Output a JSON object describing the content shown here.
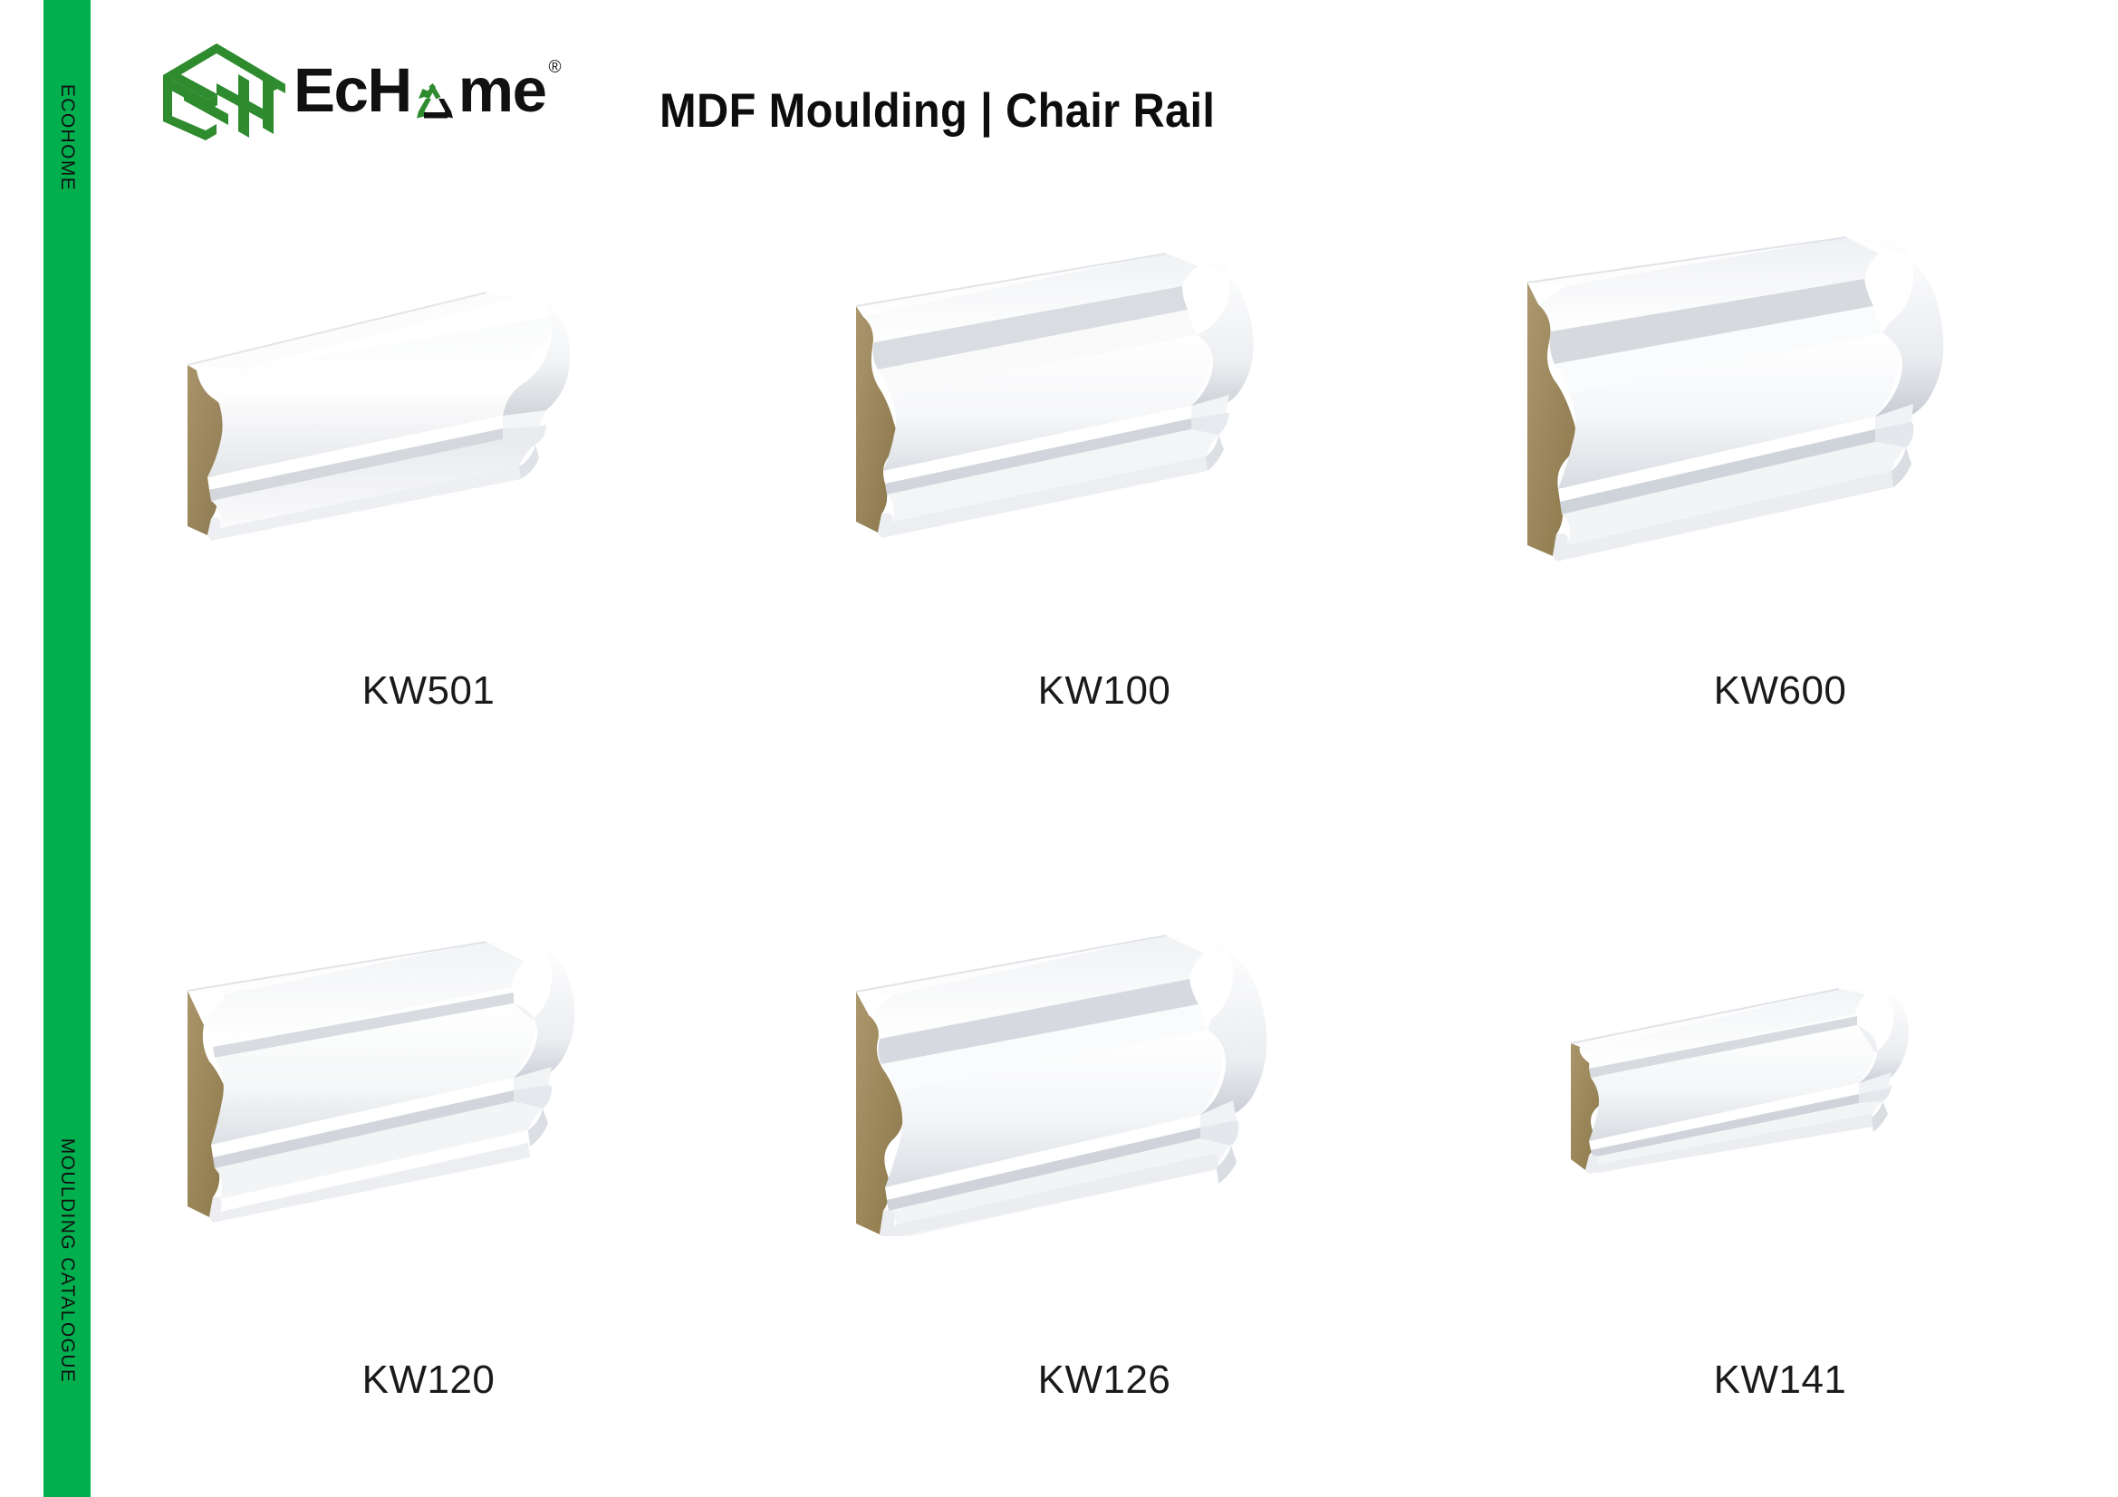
{
  "brand": {
    "logo_icon": "ecohome-house-cube-logo",
    "name_part_1": "Ec",
    "name_part_2": "H",
    "name_part_3": "me",
    "full_name": "EcoHome",
    "recycle_icon": "recycle-symbol-icon",
    "registered_mark": "®",
    "logo_color": "#2E8B2E"
  },
  "sidebar": {
    "background_color": "#02AF4F",
    "top_label": "ECOHOME",
    "bottom_label": "MOULDING CATALOGUE"
  },
  "header": {
    "title": "MDF Moulding  |  Chair Rail",
    "title_category": "MDF Moulding",
    "title_separator": "|",
    "title_subcategory": "Chair Rail"
  },
  "products": [
    {
      "code": "KW501",
      "profile": "kw501",
      "row": 1,
      "col": 1
    },
    {
      "code": "KW100",
      "profile": "kw100",
      "row": 1,
      "col": 2
    },
    {
      "code": "KW600",
      "profile": "kw600",
      "row": 1,
      "col": 3
    },
    {
      "code": "KW120",
      "profile": "kw120",
      "row": 2,
      "col": 1
    },
    {
      "code": "KW126",
      "profile": "kw126",
      "row": 2,
      "col": 2
    },
    {
      "code": "KW141",
      "profile": "kw141",
      "row": 2,
      "col": 3
    }
  ],
  "colors": {
    "brand_green": "#02AF4F",
    "logo_green": "#2E8B2E",
    "mdf_core": "#A08A5E",
    "mdf_core_dark": "#8C7750",
    "moulding_white": "#FFFFFF",
    "moulding_shade": "#D6D8DC",
    "moulding_mid": "#ECEEF0",
    "page_background": "#FFFFFF",
    "text": "#1A1A1A"
  }
}
